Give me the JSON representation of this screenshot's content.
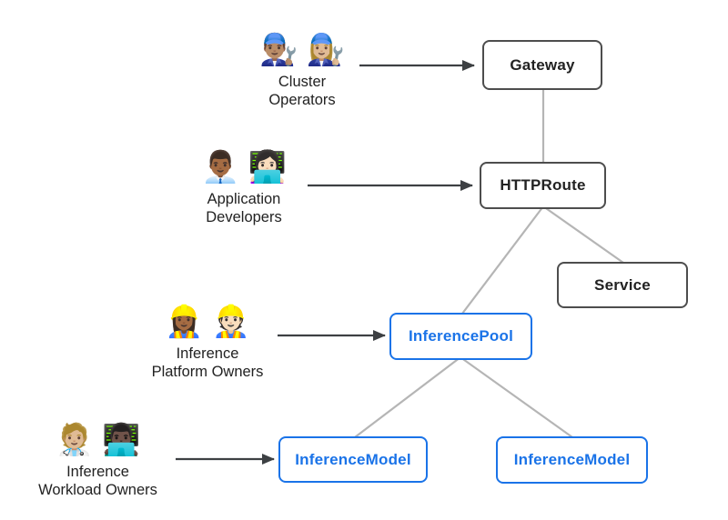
{
  "colors": {
    "blue": "#1a73e8",
    "box-border": "#4d4d4d",
    "text": "#222222",
    "connector": "#b5b5b5",
    "arrow": "#3d4043"
  },
  "actors": [
    {
      "name": "Cluster Operators",
      "lines": [
        "Cluster",
        "Operators"
      ],
      "emoji": "👨🏽‍🔧 👩🏼‍🔧",
      "icon": "mechanic-emoji-pair"
    },
    {
      "name": "Application Developers",
      "lines": [
        "Application",
        "Developers"
      ],
      "emoji": "👨🏾‍💼 👩🏻‍💻",
      "icon": "office-worker-and-technologist-emoji-pair"
    },
    {
      "name": "Inference Platform Owners",
      "lines": [
        "Inference",
        "Platform Owners"
      ],
      "emoji": "👷🏾‍♀️ 👷🏻",
      "icon": "construction-worker-emoji-pair"
    },
    {
      "name": "Inference Workload Owners",
      "lines": [
        "Inference",
        "Workload Owners"
      ],
      "emoji": "🧑🏼‍⚕️ 👨🏿‍💻",
      "icon": "health-worker-and-technologist-emoji-pair"
    }
  ],
  "nodes": [
    {
      "label": "Gateway",
      "style": "gray"
    },
    {
      "label": "HTTPRoute",
      "style": "gray"
    },
    {
      "label": "Service",
      "style": "gray"
    },
    {
      "label": "InferencePool",
      "style": "blue"
    },
    {
      "label": "InferenceModel",
      "style": "blue"
    },
    {
      "label": "InferenceModel",
      "style": "blue"
    }
  ],
  "edges": [
    {
      "from": "Cluster Operators",
      "to": "Gateway",
      "kind": "actor-arrow"
    },
    {
      "from": "Application Developers",
      "to": "HTTPRoute",
      "kind": "actor-arrow"
    },
    {
      "from": "Inference Platform Owners",
      "to": "InferencePool",
      "kind": "actor-arrow"
    },
    {
      "from": "Inference Workload Owners",
      "to": "InferenceModel",
      "kind": "actor-arrow"
    },
    {
      "from": "Gateway",
      "to": "HTTPRoute",
      "kind": "connector"
    },
    {
      "from": "HTTPRoute",
      "to": "Service",
      "kind": "connector"
    },
    {
      "from": "HTTPRoute",
      "to": "InferencePool",
      "kind": "connector"
    },
    {
      "from": "InferencePool",
      "to": "InferenceModel",
      "kind": "connector"
    },
    {
      "from": "InferencePool",
      "to": "InferenceModel",
      "kind": "connector"
    }
  ]
}
